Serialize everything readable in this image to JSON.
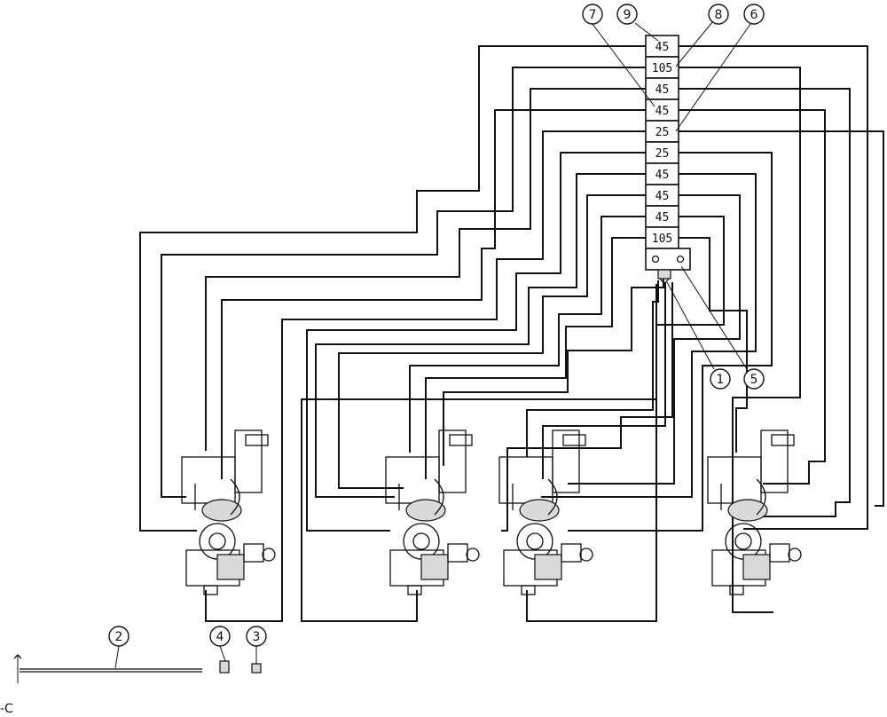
{
  "distributor": {
    "cells": [
      "45",
      "105",
      "45",
      "45",
      "25",
      "25",
      "45",
      "45",
      "45",
      "105"
    ]
  },
  "callouts": [
    "7",
    "9",
    "8",
    "6",
    "1",
    "5",
    "2",
    "4",
    "3"
  ],
  "edge_text": "-C",
  "units": [
    {
      "name": "unit-1"
    },
    {
      "name": "unit-2"
    },
    {
      "name": "unit-3"
    },
    {
      "name": "unit-4"
    }
  ],
  "parts": {
    "tube": "tube",
    "fitting_4": "fitting",
    "fitting_3": "fitting"
  }
}
